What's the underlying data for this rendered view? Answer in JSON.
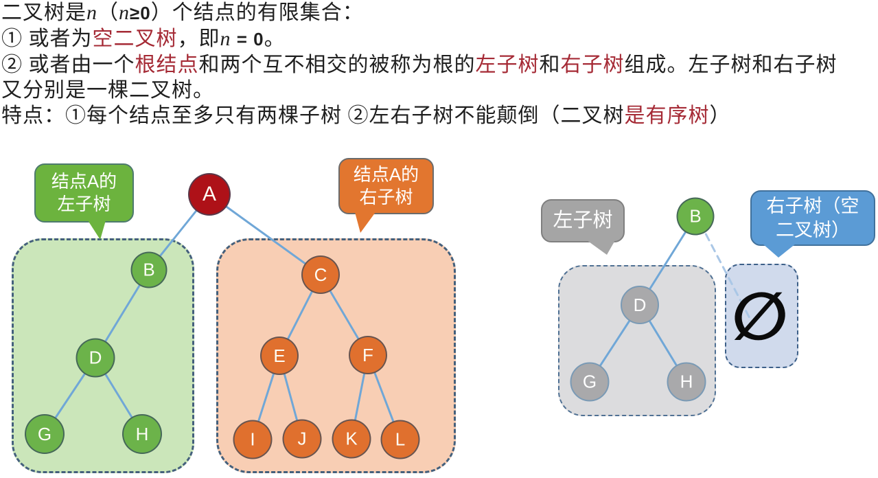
{
  "text_block": {
    "lines": [
      {
        "segments": [
          {
            "text": "二叉树是"
          },
          {
            "text": "n"
          },
          {
            "text": "（"
          },
          {
            "text": "n"
          },
          {
            "text": "≥0"
          },
          {
            "text": "）个结点的有限集合："
          }
        ]
      },
      {
        "segments": [
          {
            "text": "① 或者为"
          },
          {
            "text": "空二叉树"
          },
          {
            "text": "，即"
          },
          {
            "text": "n"
          },
          {
            "text": " = 0"
          },
          {
            "text": "。"
          }
        ]
      },
      {
        "segments": [
          {
            "text": "② 或者由一个"
          },
          {
            "text": "根结点"
          },
          {
            "text": "和两个互不相交的被称为根的"
          },
          {
            "text": "左子树"
          },
          {
            "text": "和"
          },
          {
            "text": "右子树"
          },
          {
            "text": "组成。左子树和右子树"
          }
        ]
      },
      {
        "segments": [
          {
            "text": "又分别是一棵二叉树。"
          }
        ]
      },
      {
        "segments": [
          {
            "text": "特点：①每个结点至多只有两棵子树 ②左右子树不能颠倒（二叉树"
          },
          {
            "text": "是有序树"
          },
          {
            "text": "）"
          }
        ]
      }
    ]
  },
  "main_tree": {
    "root_label": "A",
    "left_callout": {
      "line1": "结点A的",
      "line2": "左子树"
    },
    "right_callout": {
      "line1": "结点A的",
      "line2": "右子树"
    },
    "left_nodes": {
      "b": "B",
      "d": "D",
      "g": "G",
      "h": "H"
    },
    "right_nodes": {
      "c": "C",
      "e": "E",
      "f": "F",
      "i": "I",
      "j": "J",
      "k": "K",
      "l": "L"
    }
  },
  "example_tree": {
    "root_label": "B",
    "left_callout": {
      "line1": "左子树"
    },
    "right_callout": {
      "line1": "右子树（空",
      "line2": "二叉树）"
    },
    "nodes": {
      "d": "D",
      "g": "G",
      "h": "H"
    },
    "empty_symbol": "∅"
  },
  "colors": {
    "red_term_text": "#a52a35",
    "root_node": "#ae1118",
    "green_node": "#6cb34a",
    "orange_node": "#e0702e",
    "gray_node": "#a9a9ab",
    "green_panel": "#cbe6ba",
    "orange_panel": "#f8ceb4",
    "gray_panel": "#dcdcde",
    "lavender_panel": "#d0daec",
    "green_callout": "#6cb33e",
    "orange_callout": "#e2762f",
    "gray_callout": "#a5a5a5",
    "blue_callout": "#5b9bd5",
    "edge": "#70a7d7"
  }
}
